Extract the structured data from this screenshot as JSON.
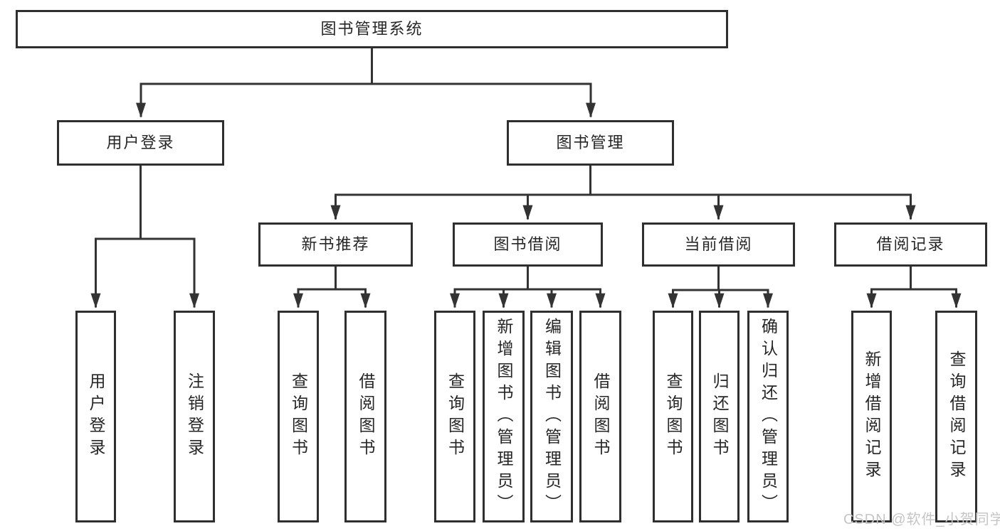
{
  "diagram_type": "hierarchy-tree",
  "colors": {
    "line": "#333333",
    "box_border": "#2f2f2f",
    "box_background": "#ffffff",
    "text": "#262626",
    "watermark": "#c5c5c5",
    "page_background": "#ffffff"
  },
  "tree": {
    "root": {
      "label": "图书管理系统",
      "children": [
        {
          "label": "用户登录",
          "children": [
            {
              "label": "用户登录"
            },
            {
              "label": "注销登录"
            }
          ]
        },
        {
          "label": "图书管理",
          "children": [
            {
              "label": "新书推荐",
              "children": [
                {
                  "label": "查询图书"
                },
                {
                  "label": "借阅图书"
                }
              ]
            },
            {
              "label": "图书借阅",
              "children": [
                {
                  "label": "查询图书"
                },
                {
                  "label": "新增图书（管理员）"
                },
                {
                  "label": "编辑图书（管理员）"
                },
                {
                  "label": "借阅图书"
                }
              ]
            },
            {
              "label": "当前借阅",
              "children": [
                {
                  "label": "查询图书"
                },
                {
                  "label": "归还图书"
                },
                {
                  "label": "确认归还（管理员）"
                }
              ]
            },
            {
              "label": "借阅记录",
              "children": [
                {
                  "label": "新增借阅记录"
                },
                {
                  "label": "查询借阅记录"
                }
              ]
            }
          ]
        }
      ]
    }
  },
  "watermark": {
    "text": "CSDN @软件_小贺同学"
  }
}
